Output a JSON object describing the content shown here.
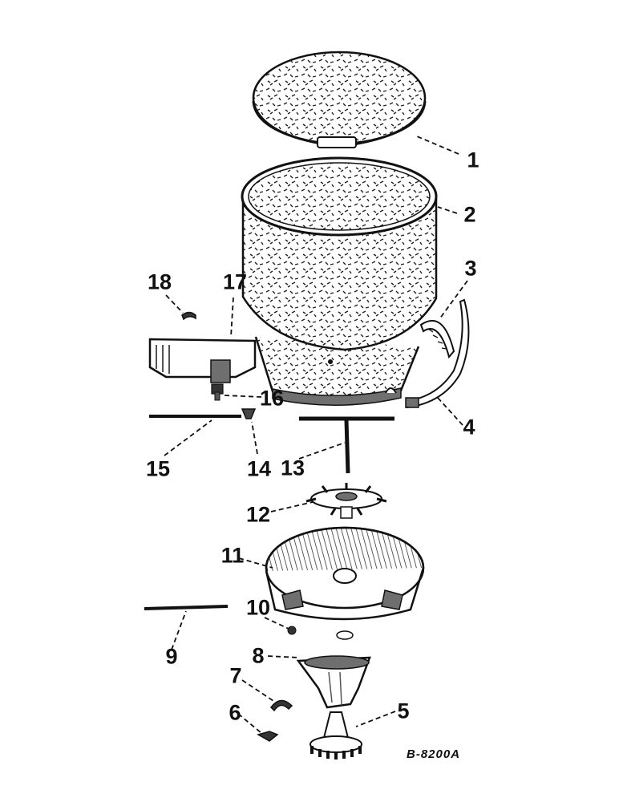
{
  "figure_code": "B-8200A",
  "callouts": {
    "c1": "1",
    "c2": "2",
    "c3": "3",
    "c4": "4",
    "c5": "5",
    "c6": "6",
    "c7": "7",
    "c8": "8",
    "c9": "9",
    "c10": "10",
    "c11": "11",
    "c12": "12",
    "c13": "13",
    "c14": "14",
    "c15": "15",
    "c16": "16",
    "c17": "17",
    "c18": "18"
  },
  "colors": {
    "ink": "#111111",
    "paper": "#ffffff",
    "shade": "#6f6f6f"
  }
}
